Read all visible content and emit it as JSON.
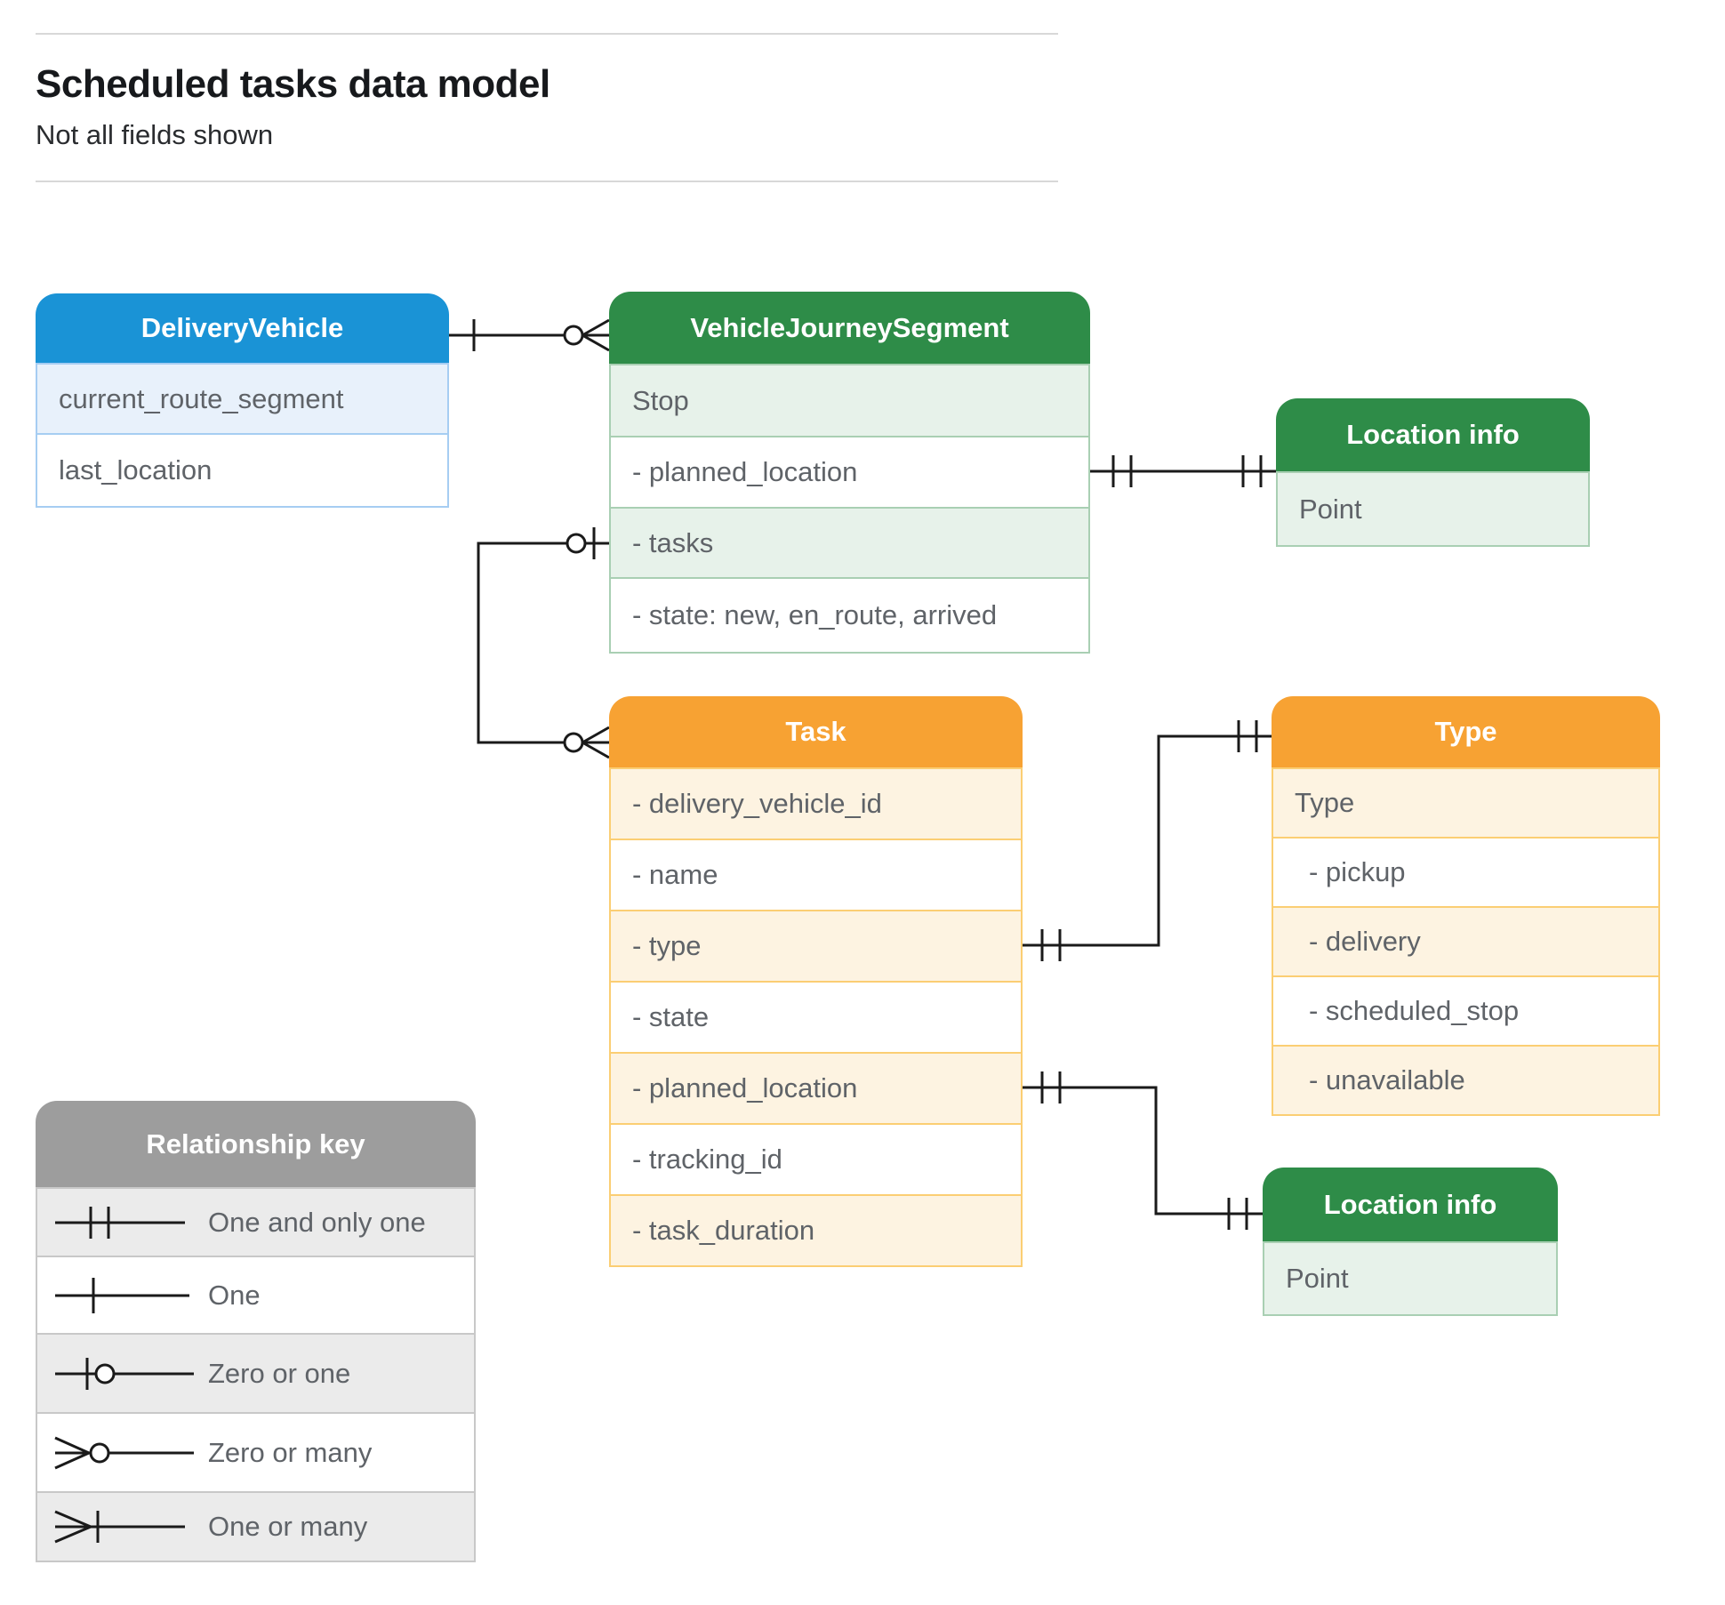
{
  "header": {
    "title": "Scheduled tasks data model",
    "subtitle": "Not all fields shown"
  },
  "entities": {
    "delivery_vehicle": {
      "title": "DeliveryVehicle",
      "fields": [
        "current_route_segment",
        "last_location"
      ]
    },
    "vehicle_journey_segment": {
      "title": "VehicleJourneySegment",
      "fields": [
        "Stop",
        "- planned_location",
        "- tasks",
        "- state: new, en_route, arrived"
      ]
    },
    "location_info_top": {
      "title": "Location info",
      "fields": [
        "Point"
      ]
    },
    "task": {
      "title": "Task",
      "fields": [
        "- delivery_vehicle_id",
        "- name",
        "- type",
        "- state",
        "- planned_location",
        "- tracking_id",
        "- task_duration"
      ]
    },
    "type": {
      "title": "Type",
      "fields": [
        "Type",
        "- pickup",
        "- delivery",
        "- scheduled_stop",
        "- unavailable"
      ]
    },
    "location_info_bottom": {
      "title": "Location info",
      "fields": [
        "Point"
      ]
    }
  },
  "legend": {
    "title": "Relationship key",
    "items": [
      {
        "symbol": "one-and-only-one-icon",
        "label": "One and only one"
      },
      {
        "symbol": "one-icon",
        "label": "One"
      },
      {
        "symbol": "zero-or-one-icon",
        "label": "Zero or one"
      },
      {
        "symbol": "zero-or-many-icon",
        "label": "Zero or many"
      },
      {
        "symbol": "one-or-many-icon",
        "label": "One or many"
      }
    ]
  },
  "colors": {
    "blue_header": "#1a93d6",
    "blue_row_tint": "#e8f1fb",
    "green_header": "#2e8c48",
    "green_row_tint": "#e7f2ea",
    "orange_header": "#f7a233",
    "orange_row_tint": "#fdf3e1",
    "legend_header": "#9d9d9d",
    "legend_row_tint": "#ebebeb",
    "connector": "#1a1a1a",
    "field_text": "#5f6368"
  }
}
